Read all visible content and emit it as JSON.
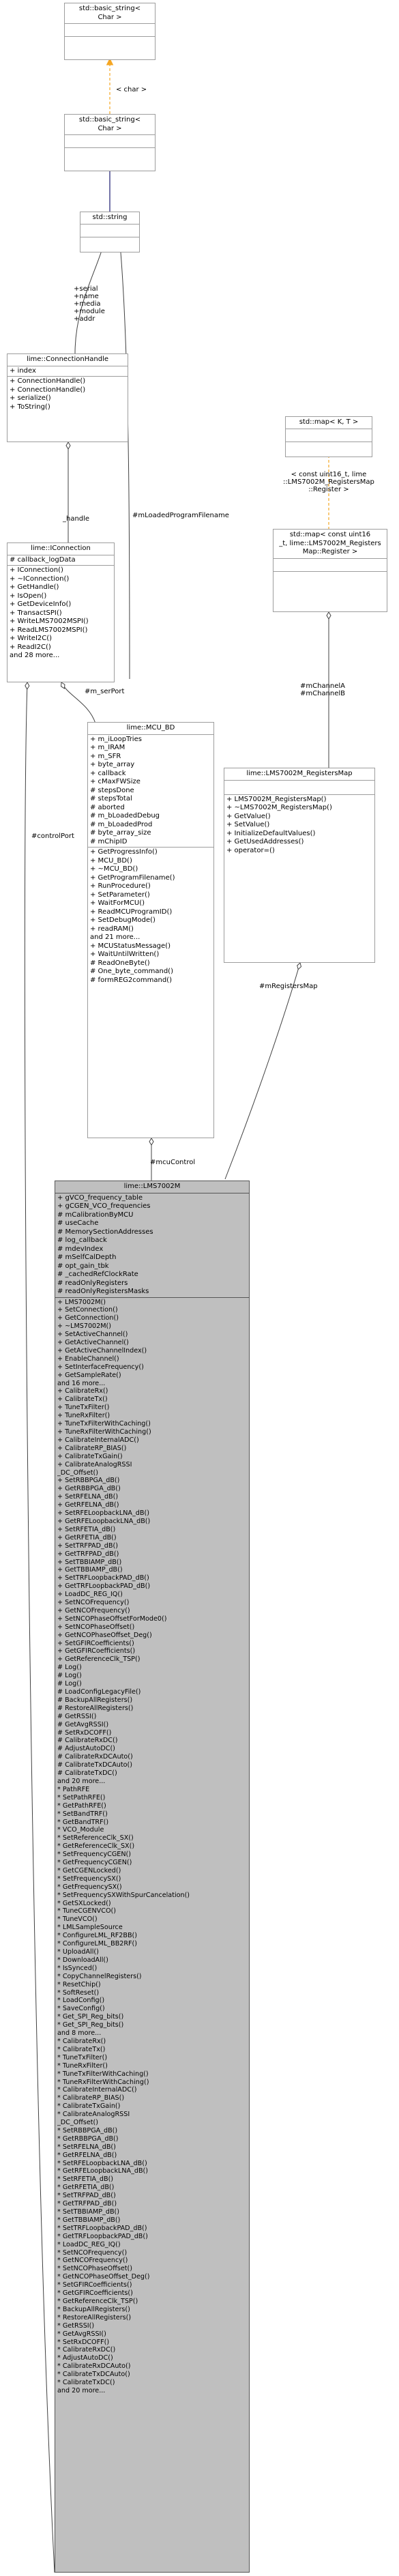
{
  "classes": {
    "basic_string_char_a": {
      "title": "std::basic_string<\nChar >",
      "attrs": [],
      "ops": []
    },
    "basic_string_char_b": {
      "title": "std::basic_string<\nChar >",
      "attrs": [],
      "ops": []
    },
    "std_string": {
      "title": "std::string",
      "attrs": [],
      "ops": []
    },
    "std_map": {
      "title": "std::map< K, T >",
      "attrs": [],
      "ops": []
    },
    "connection_handle": {
      "title": "lime::ConnectionHandle",
      "attrs": [
        "+ index"
      ],
      "ops": [
        "+ ConnectionHandle()",
        "+ ConnectionHandle()",
        "+ serialize()",
        "+ ToString()"
      ]
    },
    "registers_map_instance": {
      "title": "std::map< const uint16\n_t, lime::LMS7002M_Registers\nMap::Register >",
      "attrs": [],
      "ops": []
    },
    "iconnection": {
      "title": "lime::IConnection",
      "attrs": [
        "# callback_logData"
      ],
      "ops": [
        "+ IConnection()",
        "+ ~IConnection()",
        "+ GetHandle()",
        "+ IsOpen()",
        "+ GetDeviceInfo()",
        "+ TransactSPI()",
        "+ WriteLMS7002MSPI()",
        "+ ReadLMS7002MSPI()",
        "+ WriteI2C()",
        "+ ReadI2C()",
        "and 28 more..."
      ]
    },
    "mcu_bd": {
      "title": "lime::MCU_BD",
      "attrs": [
        "+ m_iLoopTries",
        "+ m_IRAM",
        "+ m_SFR",
        "+ byte_array",
        "+ callback",
        "+ cMaxFWSize",
        "# stepsDone",
        "# stepsTotal",
        "# aborted",
        "# m_bLoadedDebug",
        "# m_bLoadedProd",
        "# byte_array_size",
        "# mChipID"
      ],
      "ops": [
        "+ GetProgressInfo()",
        "+ MCU_BD()",
        "+ ~MCU_BD()",
        "+ GetProgramFilename()",
        "+ RunProcedure()",
        "+ SetParameter()",
        "+ WaitForMCU()",
        "+ ReadMCUProgramID()",
        "+ SetDebugMode()",
        "+ readRAM()",
        "and 21 more...",
        "+ MCUStatusMessage()",
        "+ WaitUntilWritten()",
        "# ReadOneByte()",
        "# One_byte_command()",
        "# formREG2command()"
      ]
    },
    "registers_map": {
      "title": "lime::LMS7002M_RegistersMap",
      "attrs": [],
      "ops": [
        "+ LMS7002M_RegistersMap()",
        "+ ~LMS7002M_RegistersMap()",
        "+ GetValue()",
        "+ SetValue()",
        "+ InitializeDefaultValues()",
        "+ GetUsedAddresses()",
        "+ operator=()"
      ]
    },
    "lms7002m": {
      "title": "lime::LMS7002M",
      "attrs": [
        "+ gVCO_frequency_table",
        "+ gCGEN_VCO_frequencies",
        "# mCalibrationByMCU",
        "# useCache",
        "# MemorySectionAddresses",
        "# log_callback",
        "# mdevIndex",
        "# mSelfCalDepth",
        "# opt_gain_tbk",
        "# _cachedRefClockRate",
        "# readOnlyRegisters",
        "# readOnlyRegistersMasks"
      ],
      "ops": [
        "+ LMS7002M()",
        "+ SetConnection()",
        "+ GetConnection()",
        "+ ~LMS7002M()",
        "+ SetActiveChannel()",
        "+ GetActiveChannel()",
        "+ GetActiveChannelIndex()",
        "+ EnableChannel()",
        "+ SetInterfaceFrequency()",
        "+ GetSampleRate()",
        "and 16 more...",
        "+ CalibrateRx()",
        "+ CalibrateTx()",
        "+ TuneTxFilter()",
        "+ TuneRxFilter()",
        "+ TuneTxFilterWithCaching()",
        "+ TuneRxFilterWithCaching()",
        "+ CalibrateInternalADC()",
        "+ CalibrateRP_BIAS()",
        "+ CalibrateTxGain()",
        "+ CalibrateAnalogRSSI\n_DC_Offset()",
        "+ SetRBBPGA_dB()",
        "+ GetRBBPGA_dB()",
        "+ SetRFELNA_dB()",
        "+ GetRFELNA_dB()",
        "+ SetRFELoopbackLNA_dB()",
        "+ GetRFELoopbackLNA_dB()",
        "+ SetRFETIA_dB()",
        "+ GetRFETIA_dB()",
        "+ SetTRFPAD_dB()",
        "+ GetTRFPAD_dB()",
        "+ SetTBBIAMP_dB()",
        "+ GetTBBIAMP_dB()",
        "+ SetTRFLoopbackPAD_dB()",
        "+ GetTRFLoopbackPAD_dB()",
        "+ LoadDC_REG_IQ()",
        "+ SetNCOFrequency()",
        "+ GetNCOFrequency()",
        "+ SetNCOPhaseOffsetForMode0()",
        "+ SetNCOPhaseOffset()",
        "+ GetNCOPhaseOffset_Deg()",
        "+ SetGFIRCoefficients()",
        "+ GetGFIRCoefficients()",
        "+ GetReferenceClk_TSP()",
        "# Log()",
        "# Log()",
        "# Log()",
        "# LoadConfigLegacyFile()",
        "# BackupAllRegisters()",
        "# RestoreAllRegisters()",
        "# GetRSSI()",
        "# GetAvgRSSI()",
        "# SetRxDCOFF()",
        "# CalibrateRxDC()",
        "# AdjustAutoDC()",
        "# CalibrateRxDCAuto()",
        "# CalibrateTxDCAuto()",
        "# CalibrateTxDC()",
        "and 20 more...",
        "* PathRFE",
        "* SetPathRFE()",
        "* GetPathRFE()",
        "* SetBandTRF()",
        "* GetBandTRF()",
        "* VCO_Module",
        "* SetReferenceClk_SX()",
        "* GetReferenceClk_SX()",
        "* SetFrequencyCGEN()",
        "* GetFrequencyCGEN()",
        "* GetCGENLocked()",
        "* SetFrequencySX()",
        "* GetFrequencySX()",
        "* SetFrequencySXWithSpurCancelation()",
        "* GetSXLocked()",
        "* TuneCGENVCO()",
        "* TuneVCO()",
        "* LMLSampleSource",
        "* ConfigureLML_RF2BB()",
        "* ConfigureLML_BB2RF()",
        "* UploadAll()",
        "* DownloadAll()",
        "* IsSynced()",
        "* CopyChannelRegisters()",
        "* ResetChip()",
        "* SoftReset()",
        "* LoadConfig()",
        "* SaveConfig()",
        "* Get_SPI_Reg_bits()",
        "* Get_SPI_Reg_bits()",
        "and 8 more...",
        "* CalibrateRx()",
        "* CalibrateTx()",
        "* TuneTxFilter()",
        "* TuneRxFilter()",
        "* TuneTxFilterWithCaching()",
        "* TuneRxFilterWithCaching()",
        "* CalibrateInternalADC()",
        "* CalibrateRP_BIAS()",
        "* CalibrateTxGain()",
        "* CalibrateAnalogRSSI\n_DC_Offset()",
        "* SetRBBPGA_dB()",
        "* GetRBBPGA_dB()",
        "* SetRFELNA_dB()",
        "* GetRFELNA_dB()",
        "* SetRFELoopbackLNA_dB()",
        "* GetRFELoopbackLNA_dB()",
        "* SetRFETIA_dB()",
        "* GetRFETIA_dB()",
        "* SetTRFPAD_dB()",
        "* GetTRFPAD_dB()",
        "* SetTBBIAMP_dB()",
        "* GetTBBIAMP_dB()",
        "* SetTRFLoopbackPAD_dB()",
        "* GetTRFLoopbackPAD_dB()",
        "* LoadDC_REG_IQ()",
        "* SetNCOFrequency()",
        "* GetNCOFrequency()",
        "* SetNCOPhaseOffset()",
        "* GetNCOPhaseOffset_Deg()",
        "* SetGFIRCoefficients()",
        "* GetGFIRCoefficients()",
        "* GetReferenceClk_TSP()",
        "* BackupAllRegisters()",
        "* RestoreAllRegisters()",
        "* GetRSSI()",
        "* GetAvgRSSI()",
        "* SetRxDCOFF()",
        "* CalibrateRxDC()",
        "* AdjustAutoDC()",
        "* CalibrateRxDCAuto()",
        "* CalibrateTxDCAuto()",
        "* CalibrateTxDC()",
        "and 20 more..."
      ]
    }
  },
  "edge_labels": {
    "char_template": "< char >",
    "string_members": "+serial\n+name\n+media\n+module\n+addr",
    "handle": "_handle",
    "loaded_program_filename": "#mLoadedProgramFilename",
    "map_template": "< const uint16_t, lime\n::LMS7002M_RegistersMap\n::Register >",
    "channels": "#mChannelA\n#mChannelB",
    "m_serPort": "#m_serPort",
    "control_port": "#controlPort",
    "mcu_control": "#mcuControl",
    "m_registers_map": "#mRegistersMap"
  }
}
